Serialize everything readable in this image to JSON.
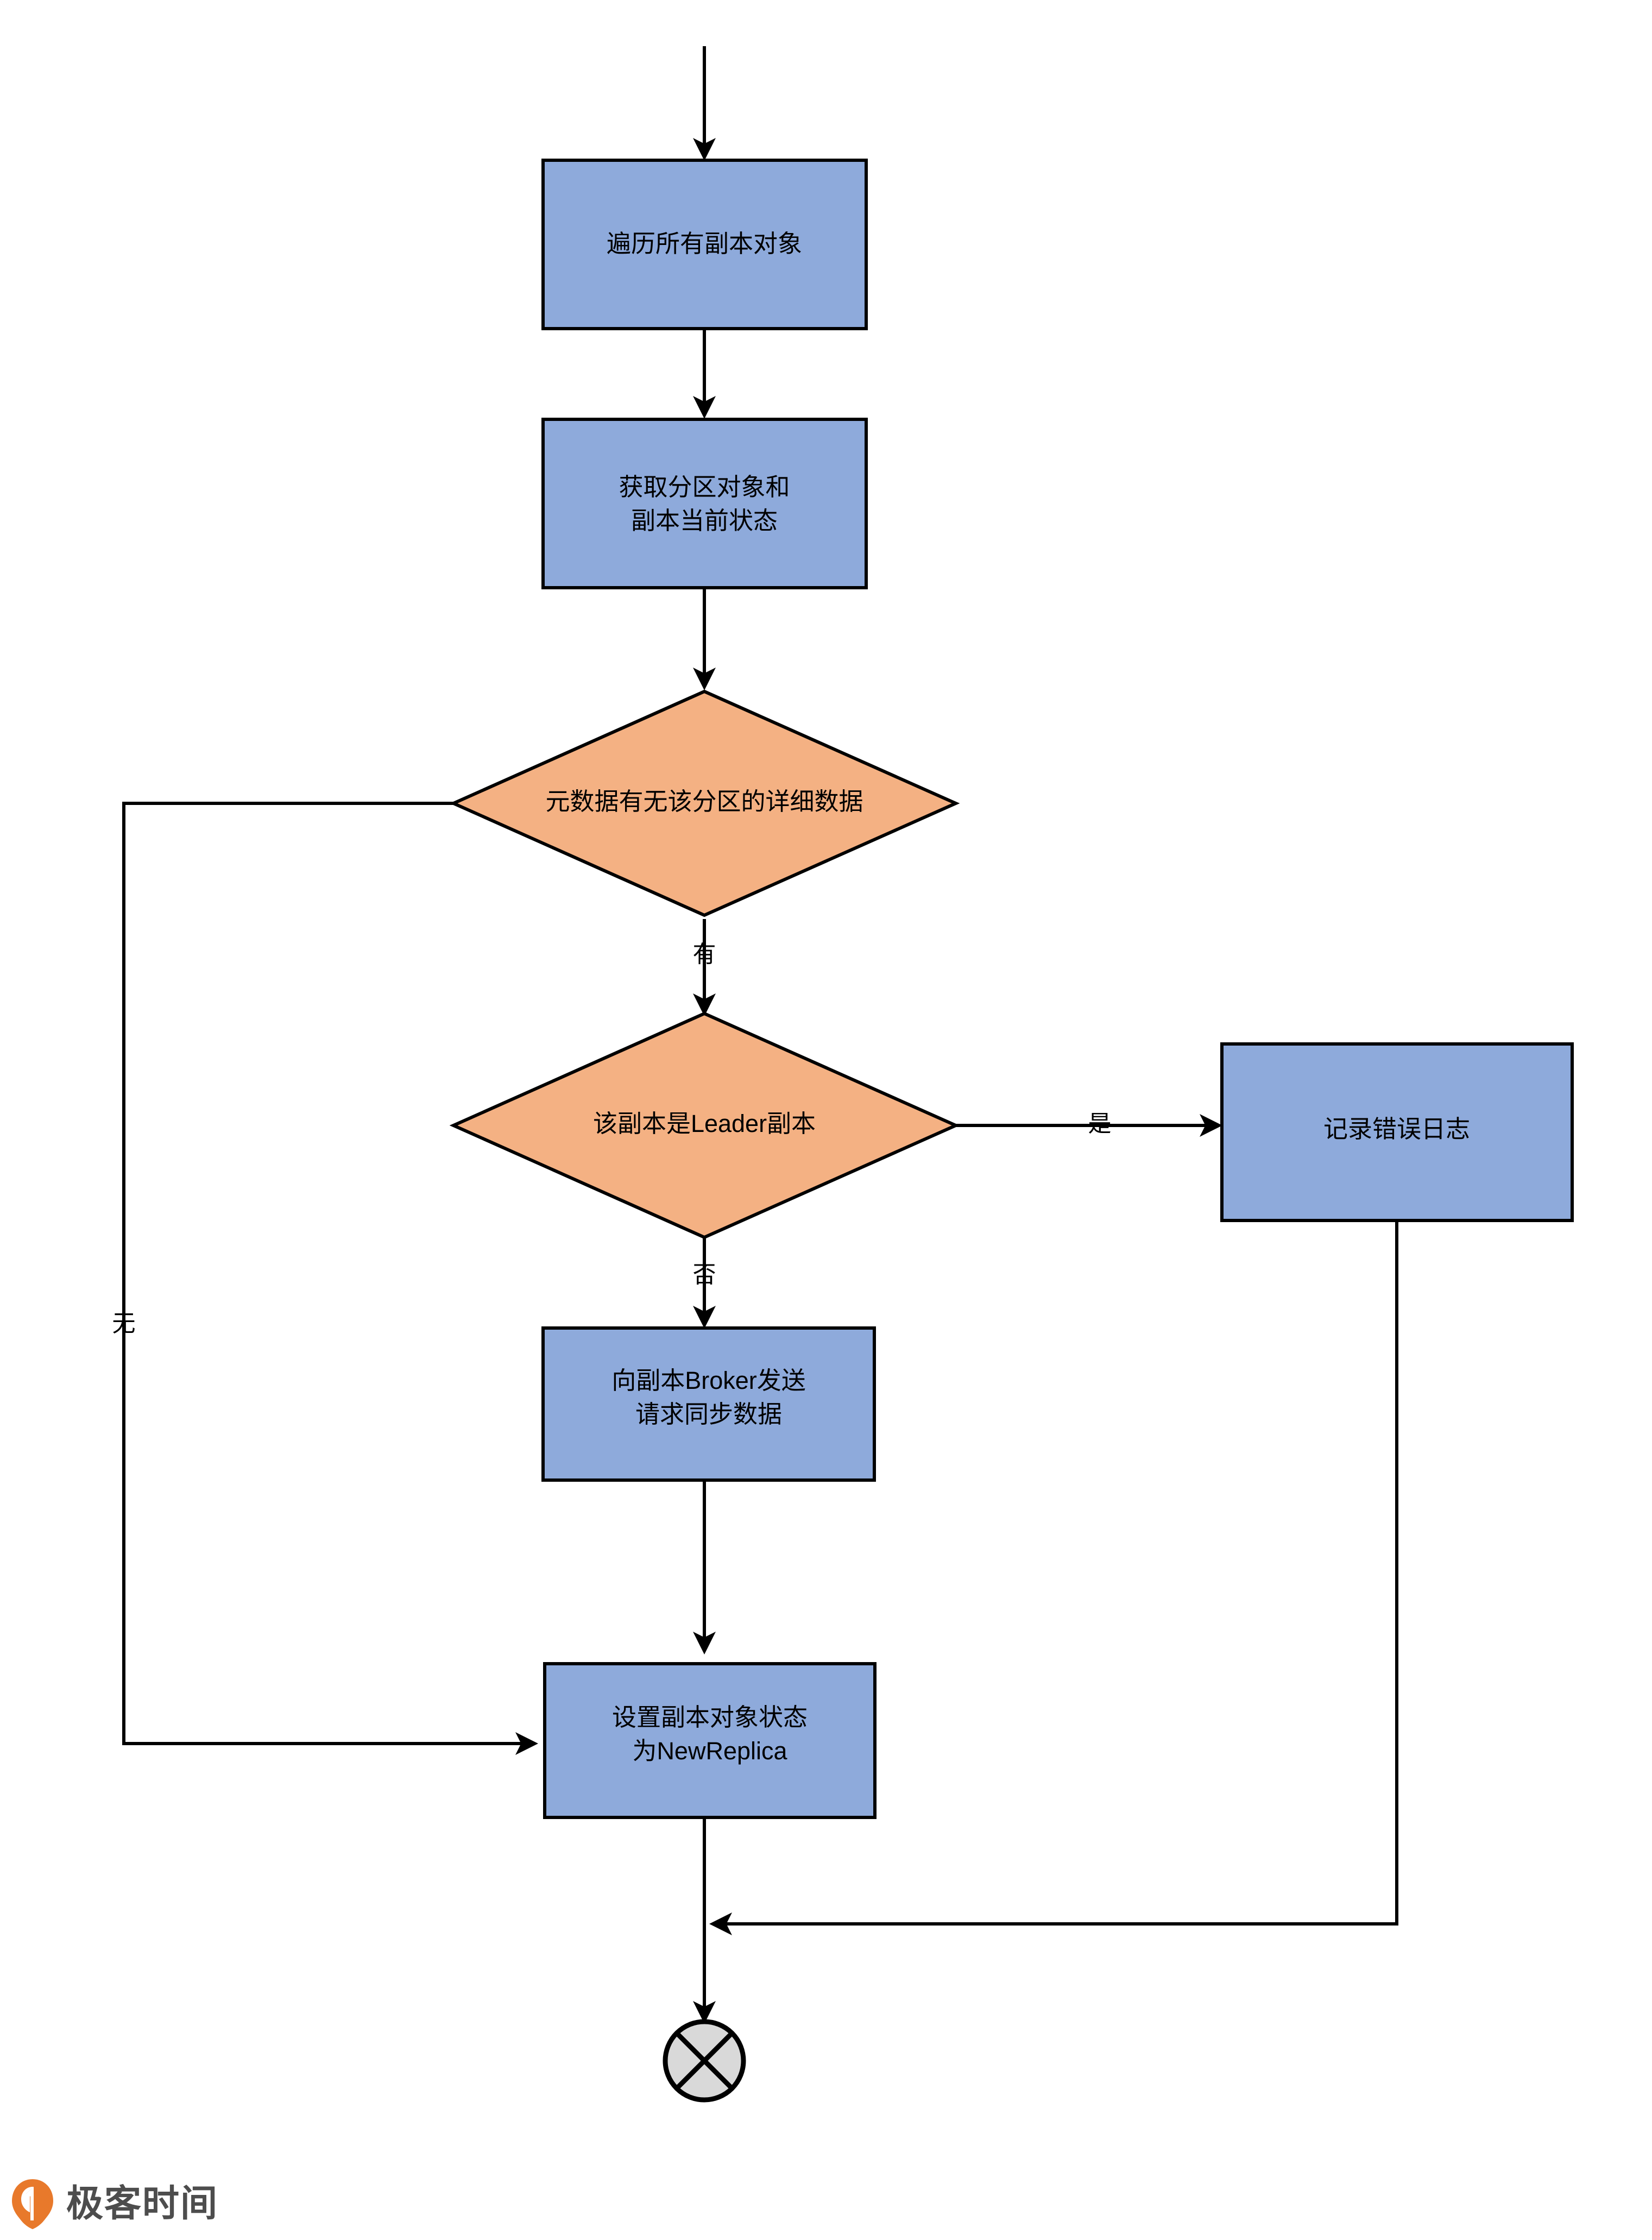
{
  "diagram": {
    "type": "flowchart",
    "title": "",
    "colors": {
      "process_fill": "#8EAADB",
      "decision_fill": "#F4B183",
      "terminator_fill": "#D9D9D9",
      "stroke": "#000000",
      "background": "#FFFFFF",
      "brand_orange": "#E8792B",
      "brand_text": "#4D4D4D"
    },
    "nodes": [
      {
        "id": "n1",
        "shape": "process",
        "lines": [
          "遍历所有副本对象"
        ]
      },
      {
        "id": "n2",
        "shape": "process",
        "lines": [
          "获取分区对象和",
          "副本当前状态"
        ]
      },
      {
        "id": "d1",
        "shape": "decision",
        "lines": [
          "元数据有无该分区的详细数据"
        ]
      },
      {
        "id": "d2",
        "shape": "decision",
        "lines": [
          "该副本是Leader副本"
        ]
      },
      {
        "id": "n3",
        "shape": "process",
        "lines": [
          "记录错误日志"
        ]
      },
      {
        "id": "n4",
        "shape": "process",
        "lines": [
          "向副本Broker发送",
          "请求同步数据"
        ]
      },
      {
        "id": "n5",
        "shape": "process",
        "lines": [
          "设置副本对象状态",
          "为NewReplica"
        ]
      },
      {
        "id": "end",
        "shape": "terminator-cross",
        "lines": []
      }
    ],
    "edges": [
      {
        "id": "e0",
        "from": "start",
        "to": "n1",
        "label": ""
      },
      {
        "id": "e1",
        "from": "n1",
        "to": "n2",
        "label": ""
      },
      {
        "id": "e2",
        "from": "n2",
        "to": "d1",
        "label": ""
      },
      {
        "id": "e3",
        "from": "d1",
        "to": "d2",
        "label": "有"
      },
      {
        "id": "e4",
        "from": "d1",
        "to": "n5",
        "label": "无"
      },
      {
        "id": "e5",
        "from": "d2",
        "to": "n3",
        "label": "是"
      },
      {
        "id": "e6",
        "from": "d2",
        "to": "n4",
        "label": "否"
      },
      {
        "id": "e7",
        "from": "n4",
        "to": "n5",
        "label": ""
      },
      {
        "id": "e8",
        "from": "n5",
        "to": "end",
        "label": ""
      },
      {
        "id": "e9",
        "from": "n3",
        "to": "end",
        "label": ""
      }
    ]
  },
  "brand": {
    "name": "极客时间",
    "logo_icon": "geektime-logo-icon"
  }
}
